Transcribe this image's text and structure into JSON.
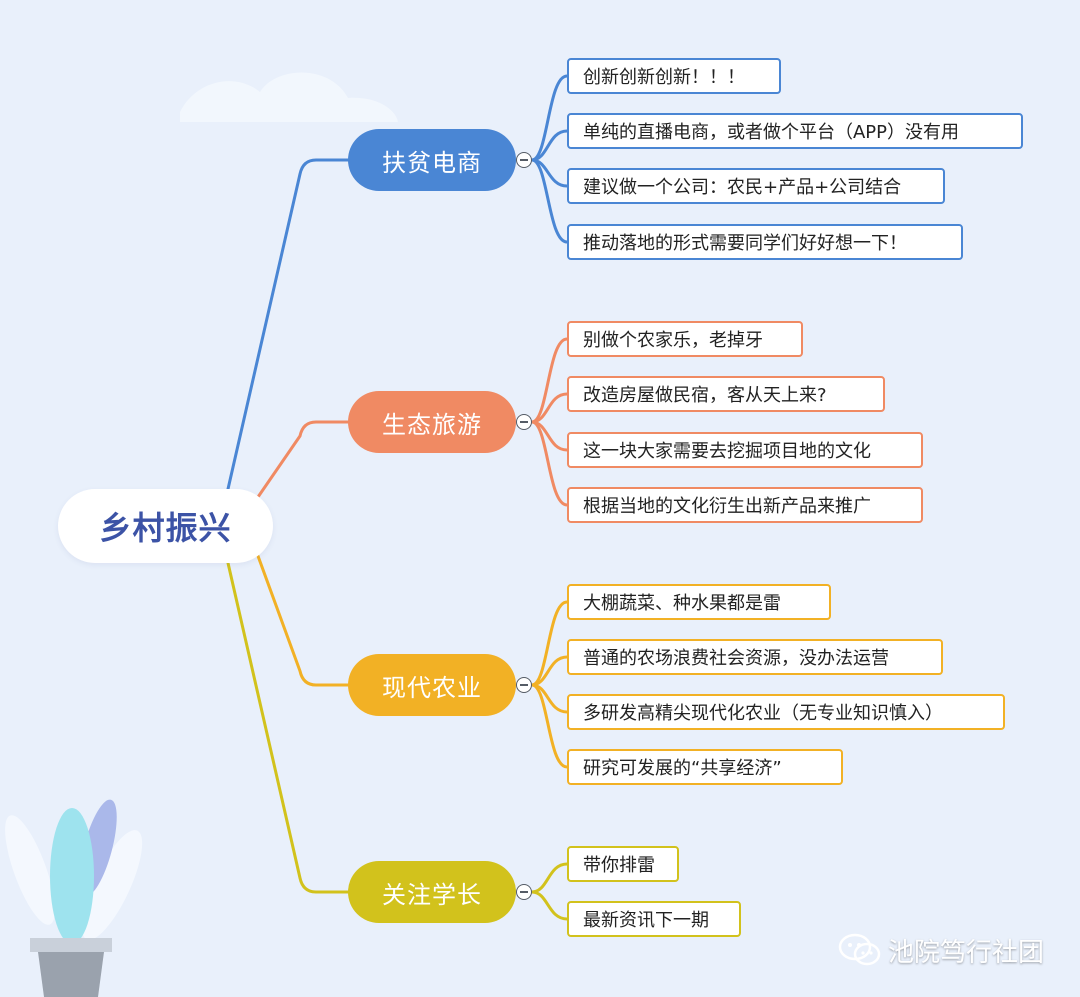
{
  "colors": {
    "background": "#e9f0fb",
    "root_text": "#3c53a6",
    "blue": "#4a86d4",
    "orange": "#f08a63",
    "amber": "#f2b125",
    "olive": "#d2c21c"
  },
  "root": {
    "label": "乡村振兴"
  },
  "branches": [
    {
      "label": "扶贫电商",
      "color": "#4a86d4",
      "items": [
        "创新创新创新！！！",
        "单纯的直播电商，或者做个平台（APP）没有用",
        "建议做一个公司：农民+产品+公司结合",
        "推动落地的形式需要同学们好好想一下！"
      ]
    },
    {
      "label": "生态旅游",
      "color": "#f08a63",
      "items": [
        "别做个农家乐，老掉牙",
        "改造房屋做民宿，客从天上来?",
        "这一块大家需要去挖掘项目地的文化",
        "根据当地的文化衍生出新产品来推广"
      ]
    },
    {
      "label": "现代农业",
      "color": "#f2b125",
      "items": [
        "大棚蔬菜、种水果都是雷",
        "普通的农场浪费社会资源，没办法运营",
        "多研发高精尖现代化农业（无专业知识慎入）",
        "研究可发展的“共享经济”"
      ]
    },
    {
      "label": "关注学长",
      "color": "#d2c21c",
      "items": [
        "带你排雷",
        "最新资讯下一期"
      ]
    }
  ],
  "watermark": {
    "text": "池院笃行社团",
    "icon": "wechat-icon"
  }
}
